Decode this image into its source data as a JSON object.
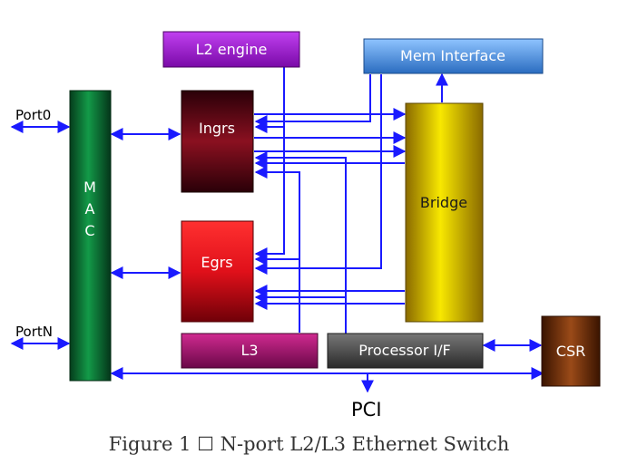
{
  "blocks": {
    "mac": "M\nA\nC",
    "l2_engine": "L2 engine",
    "mem_interface": "Mem Interface",
    "ingrs": "Ingrs",
    "egrs": "Egrs",
    "bridge": "Bridge",
    "l3": "L3",
    "processor_if": "Processor I/F",
    "csr": "CSR"
  },
  "ports": {
    "port0": "Port0",
    "portn": "PortN",
    "pci": "PCI"
  },
  "caption": "Figure 1 ☐ N-port L2/L3 Ethernet Switch",
  "colors": {
    "wire": "#1a1aff",
    "mac": "#0e7a3a",
    "l2_engine": "#9b10c9",
    "mem_interface": "#4a90e2",
    "ingrs": "#6a0a18",
    "egrs": "#e0101a",
    "bridge": "#e8d000",
    "l3": "#a01070",
    "processor_if": "#555555",
    "csr": "#7a3510"
  }
}
